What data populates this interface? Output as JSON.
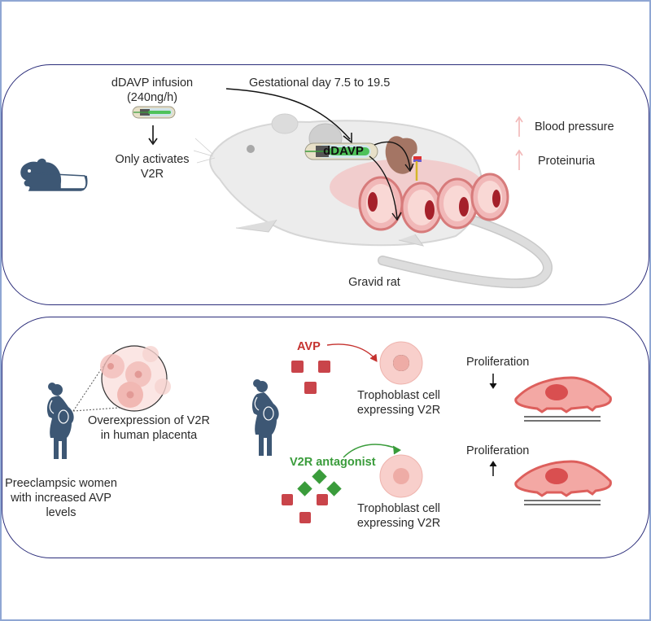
{
  "top_panel": {
    "infusion_title": "dDAVP infusion",
    "infusion_rate": "(240ng/h)",
    "activation_line1": "Only activates",
    "activation_line2": "V2R",
    "gestational_label": "Gestational day 7.5 to 19.5",
    "pump_label": "dDAVP",
    "subject_label": "Gravid rat",
    "outcomes": [
      {
        "label": "Blood pressure",
        "direction": "up"
      },
      {
        "label": "Proteinuria",
        "direction": "up"
      }
    ]
  },
  "bottom_panel": {
    "women_line1": "Preeclampsic women",
    "women_line2": "with increased AVP",
    "women_line3": "levels",
    "placenta_line1": "Overexpression of V2R",
    "placenta_line2": "in human placenta",
    "rows": [
      {
        "agent_label": "AVP",
        "cell_line1": "Trophoblast cell",
        "cell_line2": "expressing V2R",
        "outcome_label": "Proliferation",
        "outcome_direction": "down"
      },
      {
        "agent_label": "V2R antagonist",
        "cell_line1": "Trophoblast cell",
        "cell_line2": "expressing V2R",
        "outcome_label": "Proliferation",
        "outcome_direction": "up"
      }
    ]
  },
  "colors": {
    "frame_border": "#8fa6d3",
    "panel_border": "#2b2d7a",
    "silhouette": "#3d5774",
    "avp_red": "#c5322f",
    "antagonist_green": "#3a9c3b",
    "cell_pink": "#f6c9c4",
    "outcome_arrow_pink": "#f2b8b8"
  }
}
